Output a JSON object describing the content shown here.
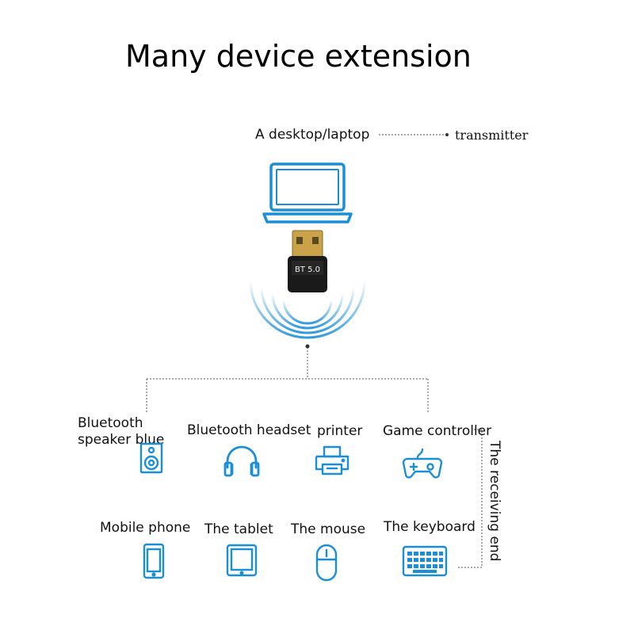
{
  "title": "Many device extension",
  "source": {
    "label": "A desktop/laptop",
    "role": "transmitter"
  },
  "dongle": {
    "text": "BT 5.0"
  },
  "receiving_end": "The receiving end",
  "devices": [
    {
      "label_line1": "Bluetooth",
      "label_line2": "speaker blue",
      "icon": "speaker-icon"
    },
    {
      "label": "Bluetooth headset",
      "icon": "headphones-icon"
    },
    {
      "label": "printer",
      "icon": "printer-icon"
    },
    {
      "label": "Game controller",
      "icon": "gamepad-icon"
    },
    {
      "label": "Mobile phone",
      "icon": "phone-icon"
    },
    {
      "label": "The tablet",
      "icon": "tablet-icon"
    },
    {
      "label": "The mouse",
      "icon": "mouse-icon"
    },
    {
      "label": "The keyboard",
      "icon": "keyboard-icon"
    }
  ],
  "colors": {
    "accent": "#1a8fd8",
    "connector": "#555555",
    "dongle_body": "#1a1a1a",
    "usb_metal": "#c9a24a"
  }
}
